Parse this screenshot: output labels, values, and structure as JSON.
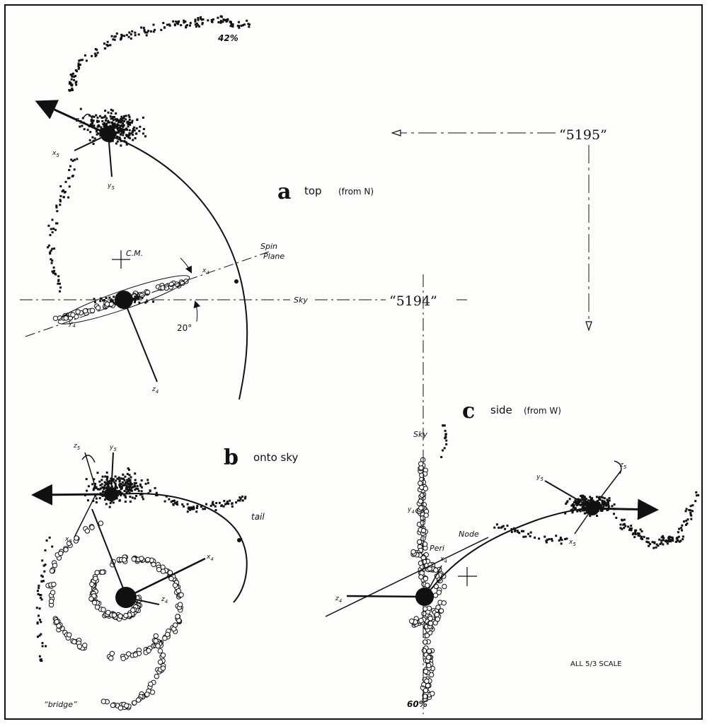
{
  "panels": {
    "a": {
      "letter": "a",
      "title": "top",
      "subtitle": "(from N)"
    },
    "b": {
      "letter": "b",
      "title": "onto sky"
    },
    "c": {
      "letter": "c",
      "title": "side",
      "subtitle": "(from W)"
    }
  },
  "galaxies": {
    "g5195": "“5195”",
    "g5194": "“5194”"
  },
  "annotations": {
    "pct_top": "42%",
    "pct_bottom": "60%",
    "cm": "C.M.",
    "spin": "Spin",
    "plane": "Plane",
    "sky": "Sky",
    "angle": "20°",
    "tail": "tail",
    "bridge": "“bridge”",
    "node": "Node",
    "peri": "Peri",
    "scale": "ALL 5/3 SCALE"
  },
  "axes": {
    "x5": "x",
    "y5": "y",
    "z5": "z",
    "x4": "x",
    "y4": "y",
    "z4": "z",
    "sub5": "5",
    "sub4": "4"
  },
  "colors": {
    "ink": "#111111",
    "paper": "#fdfdfc"
  }
}
